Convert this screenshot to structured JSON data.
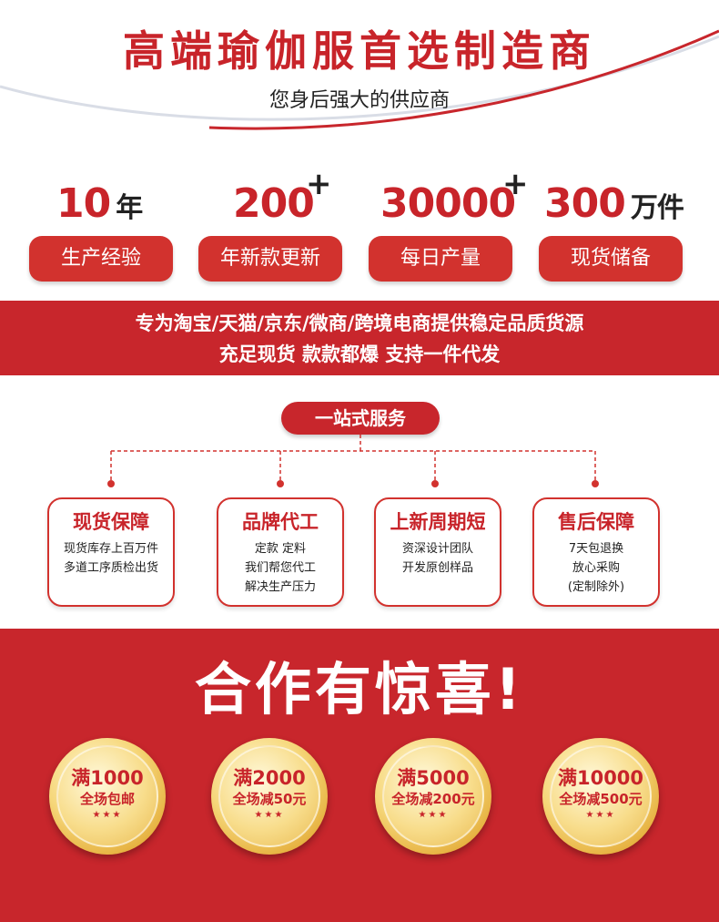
{
  "header": {
    "title": "高端瑜伽服首选制造商",
    "subtitle": "您身后强大的供应商"
  },
  "stats": [
    {
      "number": "10",
      "unit": "年",
      "plus": "",
      "label": "生产经验"
    },
    {
      "number": "200",
      "unit": "",
      "plus": "+",
      "label": "年新款更新"
    },
    {
      "number": "30000",
      "unit": "",
      "plus": "+",
      "label": "每日产量"
    },
    {
      "number": "300",
      "unit": "万件",
      "plus": "",
      "label": "现货储备"
    }
  ],
  "banner": {
    "line1": "专为淘宝/天猫/京东/微商/跨境电商提供稳定品质货源",
    "line2": "充足现货 款款都爆 支持一件代发"
  },
  "services": {
    "title": "一站式服务",
    "items": [
      {
        "heading": "现货保障",
        "lines": [
          "现货库存上百万件",
          "多道工序质检出货"
        ]
      },
      {
        "heading": "品牌代工",
        "lines": [
          "定款 定料",
          "我们帮您代工",
          "解决生产压力"
        ]
      },
      {
        "heading": "上新周期短",
        "lines": [
          "资深设计团队",
          "开发原创样品"
        ]
      },
      {
        "heading": "售后保障",
        "lines": [
          "7天包退换",
          "放心采购",
          "(定制除外)"
        ]
      }
    ]
  },
  "promo": {
    "title": "合作有惊喜!",
    "coins": [
      {
        "line1": "满1000",
        "line2": "全场包邮",
        "stars": "★★★"
      },
      {
        "line1": "满2000",
        "line2": "全场减50元",
        "stars": "★★★"
      },
      {
        "line1": "满5000",
        "line2": "全场减200元",
        "stars": "★★★"
      },
      {
        "line1": "满10000",
        "line2": "全场减500元",
        "stars": "★★★"
      }
    ]
  },
  "colors": {
    "accent": "#c8262c",
    "gold": "#f6d77a",
    "text": "#1a1a1a"
  }
}
